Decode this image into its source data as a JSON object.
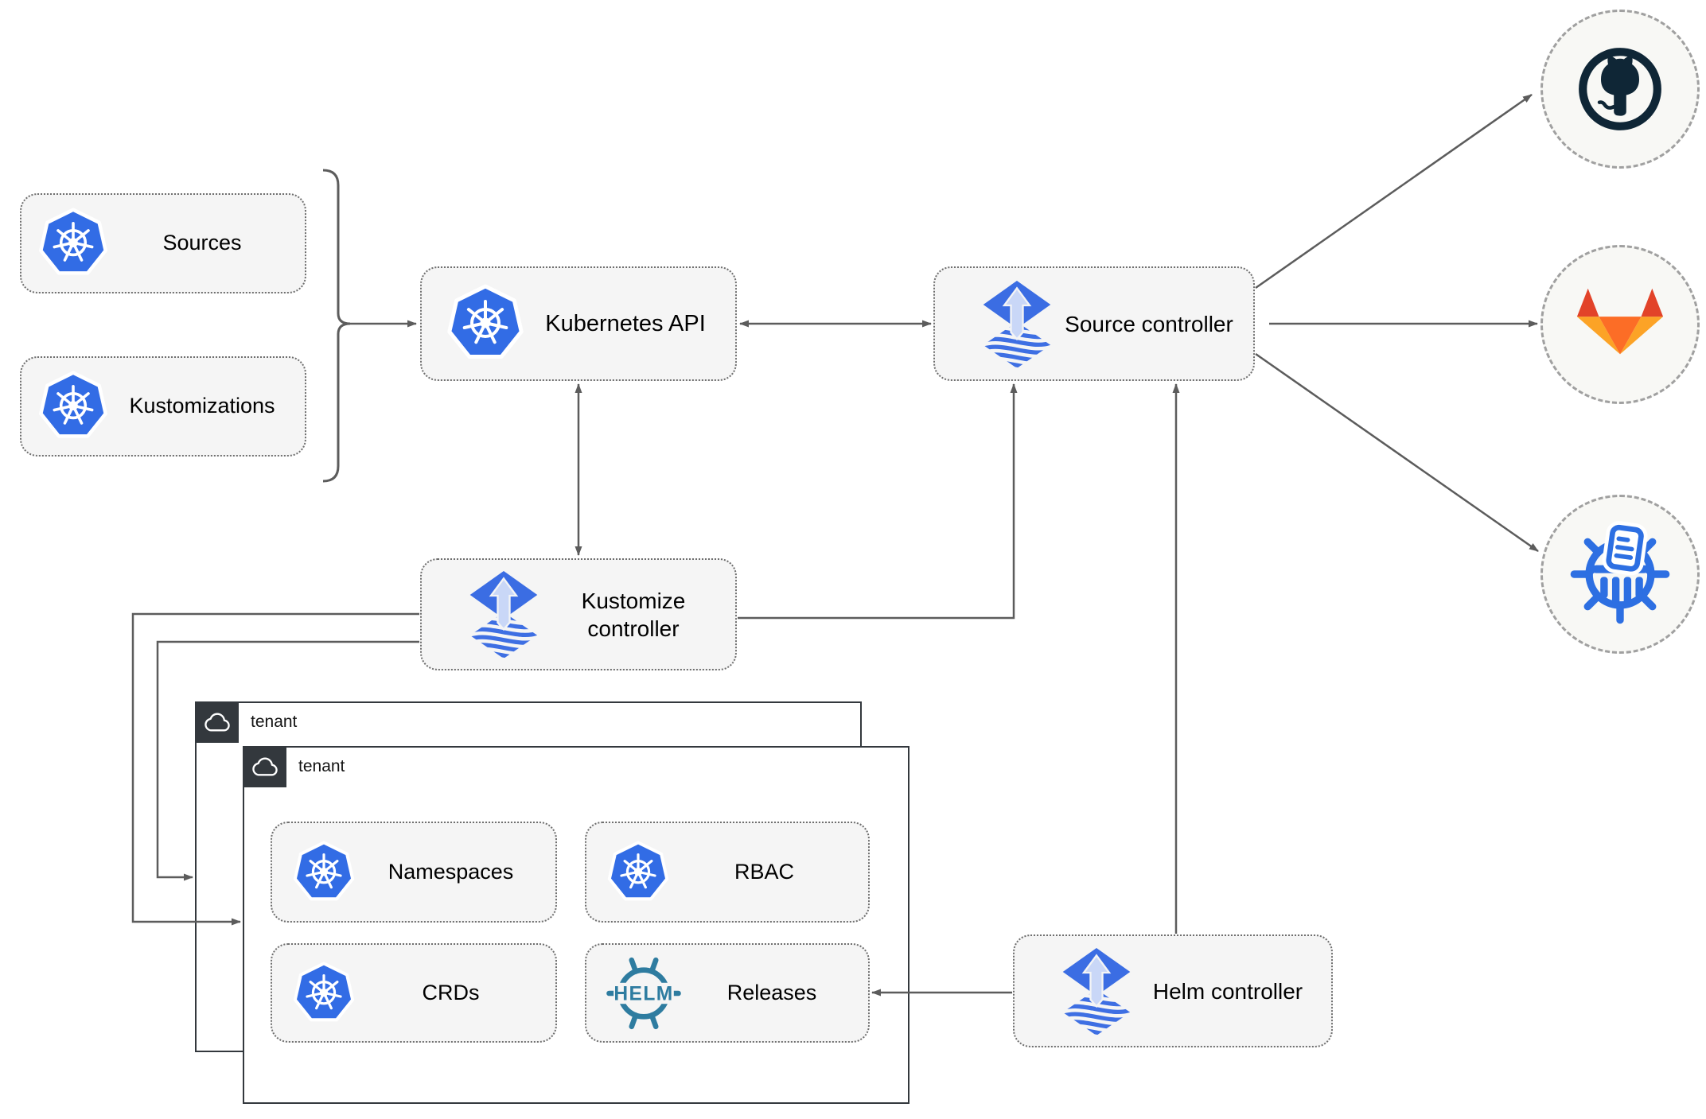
{
  "nodes": {
    "sources": {
      "label": "Sources"
    },
    "kustomizations": {
      "label": "Kustomizations"
    },
    "kubernetes_api": {
      "label": "Kubernetes API"
    },
    "source_controller": {
      "label": "Source controller"
    },
    "kustomize_controller": {
      "label": "Kustomize controller"
    },
    "helm_controller": {
      "label": "Helm controller"
    },
    "namespaces": {
      "label": "Namespaces"
    },
    "rbac": {
      "label": "RBAC"
    },
    "crds": {
      "label": "CRDs"
    },
    "releases": {
      "label": "Releases"
    }
  },
  "groups": {
    "tenant_outer": {
      "label": "tenant"
    },
    "tenant_inner": {
      "label": "tenant"
    }
  },
  "icons": {
    "kubernetes": "kubernetes-wheel",
    "flux": "flux-diamond-arrow",
    "helm_wordmark": "HELM",
    "cloud": "cloud",
    "github": "github-octocat",
    "gitlab": "gitlab-fox",
    "chartmuseum": "chartmuseum-wheel"
  },
  "colors": {
    "kubernetes_blue": "#326CE5",
    "flux_blue": "#3B6DE3",
    "flux_arrow_light": "#C9D7F7",
    "helm_teal": "#2E7CA0",
    "github_dark": "#0F2636",
    "gitlab_dark_orange": "#E24329",
    "gitlab_orange": "#FC6D26",
    "gitlab_light_orange": "#FCA326",
    "chartmuseum_blue": "#2D6FE2",
    "wire_gray": "#5C5C5C",
    "node_fill": "#F5F5F5",
    "tenant_dark": "#33383D"
  }
}
